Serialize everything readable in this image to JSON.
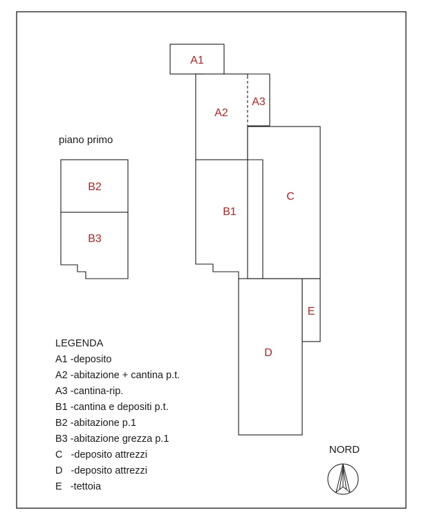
{
  "floor_caption": "piano primo",
  "rooms": {
    "A1": "A1",
    "A2": "A2",
    "A3": "A3",
    "B1": "B1",
    "B2": "B2",
    "B3": "B3",
    "C": "C",
    "D": "D",
    "E": "E"
  },
  "legend": {
    "title": "LEGENDA",
    "items": [
      "A1 -deposito",
      "A2 -abitazione + cantina p.t.",
      "A3 -cantina-rip.",
      "B1 -cantina e depositi p.t.",
      "B2 -abitazione p.1",
      "B3 -abitazione grezza p.1",
      "C   -deposito attrezzi",
      "D   -deposito attrezzi",
      "E   -tettoia"
    ]
  },
  "north_label": "NORD",
  "colors": {
    "room_label": "#c81e1e",
    "line": "#1a1a1a"
  }
}
